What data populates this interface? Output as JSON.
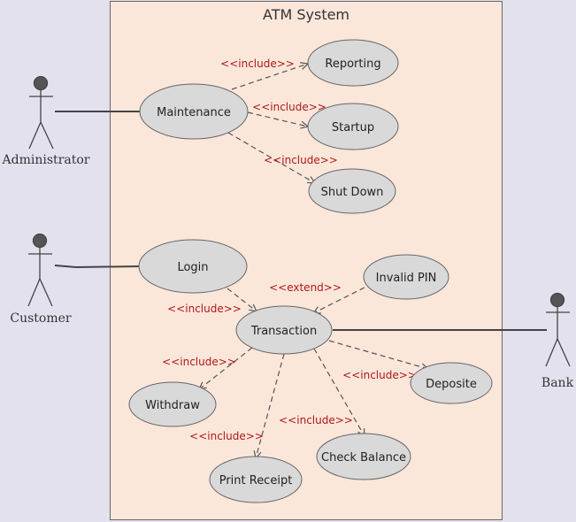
{
  "system": {
    "title": "ATM System"
  },
  "actors": {
    "administrator": "Administrator",
    "customer": "Customer",
    "bank": "Bank"
  },
  "use_cases": {
    "maintenance": "Maintenance",
    "reporting": "Reporting",
    "startup": "Startup",
    "shut_down": "Shut Down",
    "login": "Login",
    "invalid_pin": "Invalid PIN",
    "transaction": "Transaction",
    "withdraw": "Withdraw",
    "print_receipt": "Print Receipt",
    "check_balance": "Check Balance",
    "deposite": "Deposite"
  },
  "relations": {
    "include": "<<include>>",
    "extend": "<<extend>>"
  }
}
